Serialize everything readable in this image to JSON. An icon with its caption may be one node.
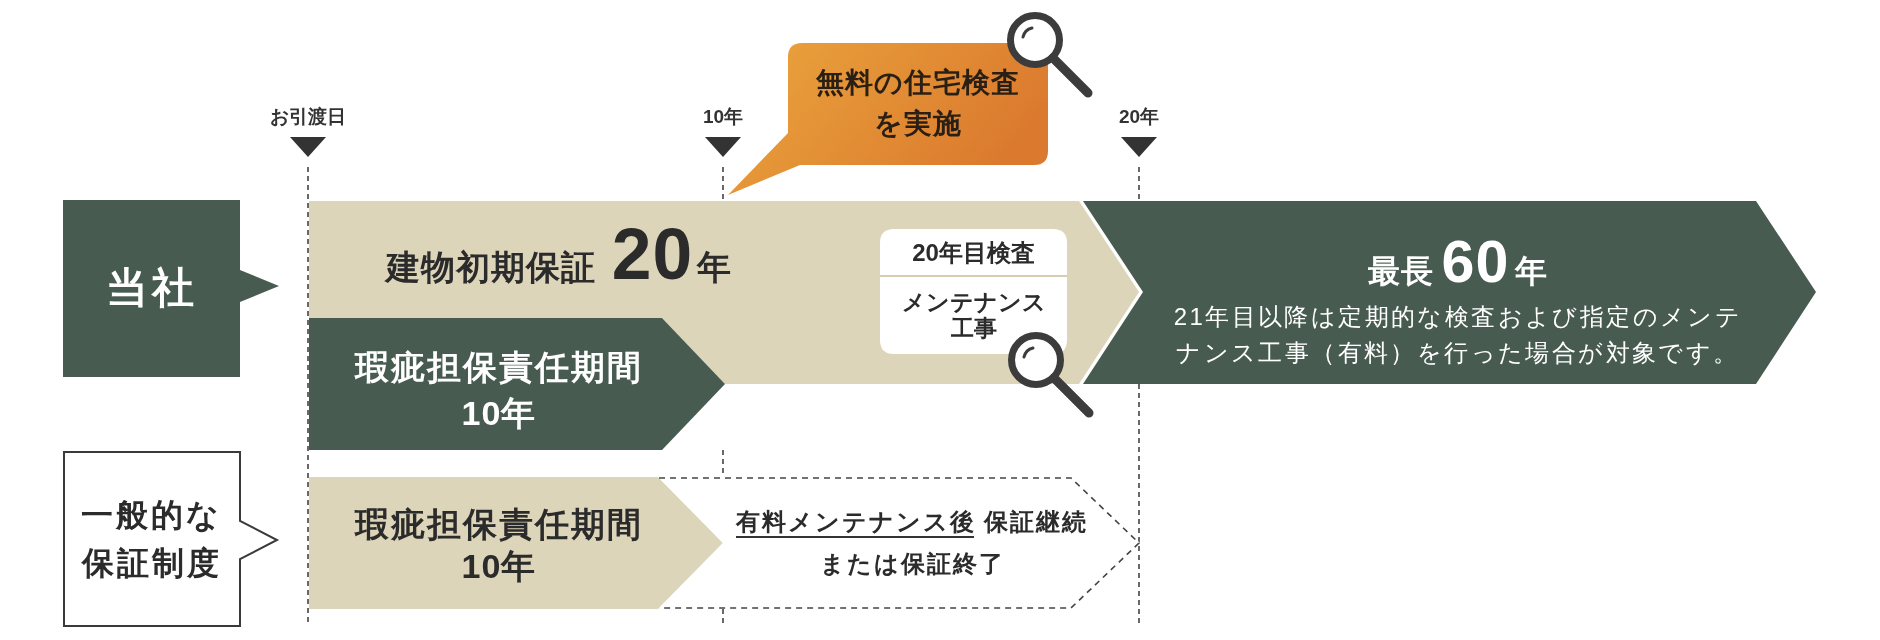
{
  "diagram": {
    "nodes": [
      {
        "text": [
          "無料の住宅検査を実施"
        ]
      },
      {
        "text": [
          "当社"
        ]
      },
      {
        "text": [
          "建物初期保証20年"
        ]
      },
      {
        "text": [
          "20年目検査",
          "メンテナンス工事"
        ],
        "in": 2
      },
      {
        "text": [
          "最長60年",
          "21年目以降は定期的な検査および指定のメンテナンス工事（有料）を行った場合が対象です。"
        ]
      },
      {
        "text": [
          "瑕疵担保責任期間",
          "10年"
        ]
      },
      {
        "text": [
          "一般的な保証制度"
        ]
      },
      {
        "text": [
          "瑕疵担保責任期間",
          "10年"
        ]
      },
      {
        "text": [
          "有料メンテナンス後 保証継続または保証終了"
        ]
      }
    ],
    "labels": [
      "お引渡日",
      "10年",
      "20年"
    ]
  }
}
